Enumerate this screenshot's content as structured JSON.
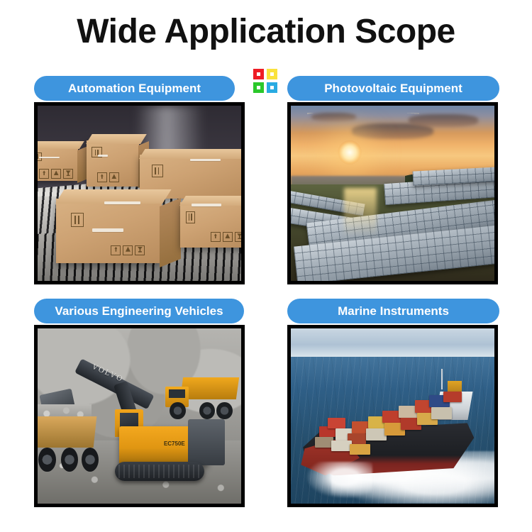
{
  "page": {
    "title": "Wide Application Scope",
    "background_color": "#ffffff",
    "accent_color": "#3E95DE",
    "frame_border_color": "#000000"
  },
  "center_logo": {
    "name": "four-squares-logo",
    "squares": [
      {
        "position": "top-left",
        "color": "#EE1C25",
        "inner_color": "#ffffff"
      },
      {
        "position": "top-right",
        "color": "#FAE23C",
        "inner_color": "#ffffff"
      },
      {
        "position": "bottom-left",
        "color": "#2BC82B",
        "inner_color": "#ffffff"
      },
      {
        "position": "bottom-right",
        "color": "#29ABE2",
        "inner_color": "#ffffff"
      }
    ]
  },
  "panels": [
    {
      "id": "automation-equipment",
      "label": "Automation Equipment",
      "position": "top-left",
      "image_subject": "cardboard parcel boxes moving on a warehouse roller conveyor",
      "image_alt": "automation-equipment-photo"
    },
    {
      "id": "photovoltaic-equipment",
      "label": "Photovoltaic Equipment",
      "position": "top-right",
      "image_subject": "rows of solar panels in a field at sunset with the sun low on the horizon",
      "image_alt": "photovoltaic-equipment-photo"
    },
    {
      "id": "engineering-vehicles",
      "label": "Various Engineering Vehicles",
      "position": "bottom-left",
      "image_subject": "Volvo EC750E excavator loading a Volvo articulated dump truck in a rock quarry",
      "image_alt": "engineering-vehicles-photo",
      "image_text": {
        "brand": "VOLVO",
        "model": "EC750E"
      }
    },
    {
      "id": "marine-instruments",
      "label": "Marine Instruments",
      "position": "bottom-right",
      "image_subject": "container ship loaded with red and orange shipping containers sailing on open ocean",
      "image_alt": "marine-instruments-photo"
    }
  ]
}
